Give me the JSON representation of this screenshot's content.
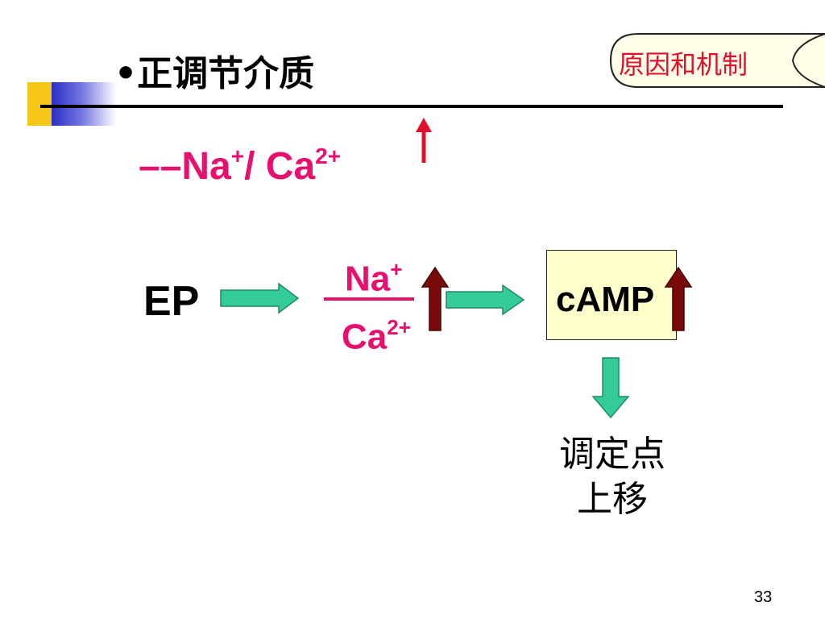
{
  "slide": {
    "title_bullet": "•",
    "title": "正调节介质",
    "badge": "原因和机制",
    "subtitle": {
      "dashes": "––",
      "ion1": "Na",
      "ion1_charge": "+",
      "separator": "/ ",
      "ion2": "Ca",
      "ion2_charge": "2+"
    },
    "diagram": {
      "source": "EP",
      "ion_top": "Na",
      "ion_top_charge": "+",
      "ion_bottom": "Ca",
      "ion_bottom_charge": "2+",
      "target": "cAMP",
      "result_line1": "调定点",
      "result_line2": "上移"
    },
    "page_number": "33"
  },
  "colors": {
    "accent_pink": "#e8106e",
    "arrow_green": "#33cc99",
    "arrow_darkred": "#7a0a0a",
    "arrow_red": "#e0102a",
    "camp_box": "#ffffcc"
  }
}
